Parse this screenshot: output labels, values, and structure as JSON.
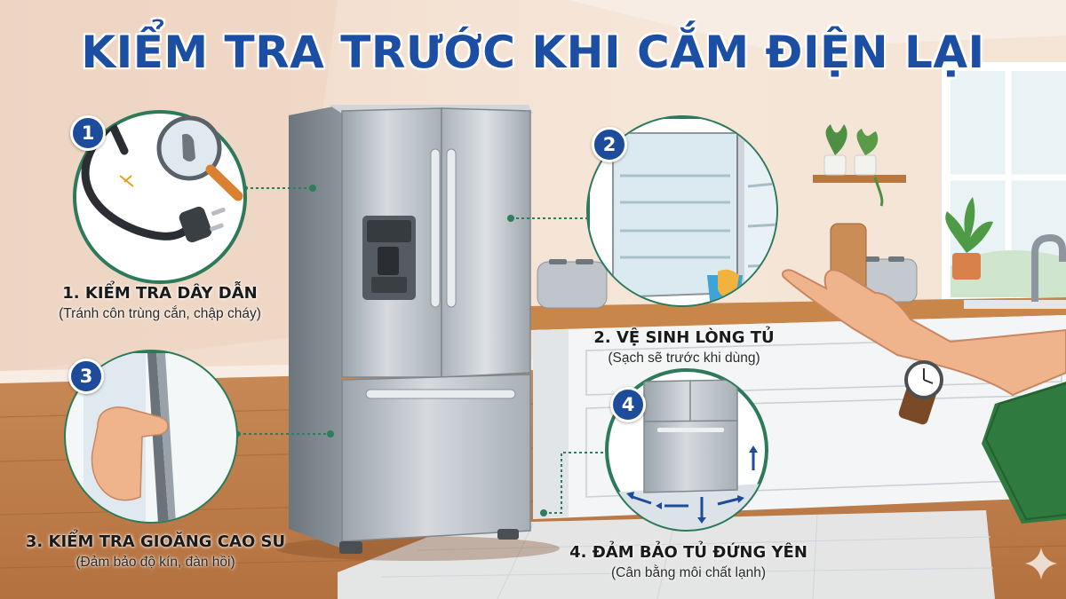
{
  "title": "KIỂM TRA TRƯỚC KHI CẮM ĐIỆN LẠI",
  "steps": [
    {
      "number": "1",
      "title": "1. KIỂM TRA DÂY DẪN",
      "subtitle": "(Tránh côn trùng cắn, chập cháy)",
      "icon": "power-plug-icon"
    },
    {
      "number": "2",
      "title": "2. VỆ SINH LÒNG TỦ",
      "subtitle": "(Sạch sẽ trước khi dùng)",
      "icon": "open-fridge-icon"
    },
    {
      "number": "3",
      "title": "3. KIỂM TRA GIOĂNG CAO SU",
      "subtitle": "(Đảm bảo độ kín, đàn hồi)",
      "icon": "rubber-gasket-icon"
    },
    {
      "number": "4",
      "title": "4. ĐẢM BẢO TỦ ĐỨNG YÊN",
      "subtitle": "(Cân bằng môi chất lạnh)",
      "icon": "stable-fridge-icon"
    }
  ],
  "colors": {
    "title": "#1c4ea3",
    "badge": "#1d4c9a",
    "circle_border": "#2d7a5a",
    "connector": "#2f7d5b"
  }
}
